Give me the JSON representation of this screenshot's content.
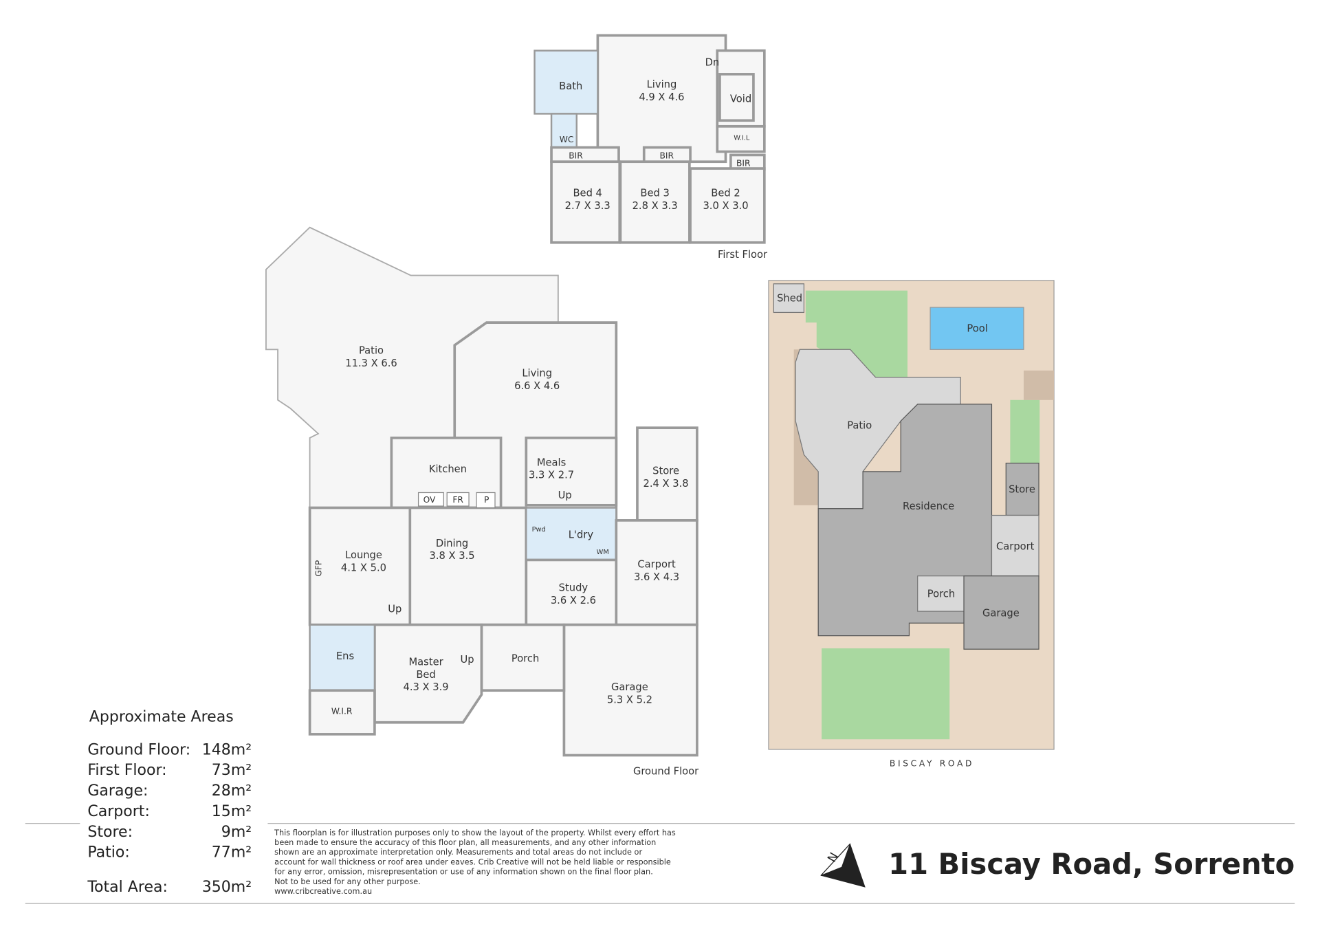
{
  "first_floor": {
    "caption": "First Floor",
    "rooms": {
      "living": {
        "name": "Living",
        "dim": "4.9 X 4.6"
      },
      "bath": {
        "name": "Bath"
      },
      "wc": {
        "name": "WC"
      },
      "dn": {
        "name": "Dn"
      },
      "void": {
        "name": "Void"
      },
      "wil": {
        "name": "W.I.L"
      },
      "bir1": {
        "name": "BIR"
      },
      "bir2": {
        "name": "BIR"
      },
      "bir3": {
        "name": "BIR"
      },
      "bed4": {
        "name": "Bed 4",
        "dim": "2.7 X 3.3"
      },
      "bed3": {
        "name": "Bed 3",
        "dim": "2.8 X 3.3"
      },
      "bed2": {
        "name": "Bed 2",
        "dim": "3.0 X 3.0"
      }
    }
  },
  "ground_floor": {
    "caption": "Ground Floor",
    "rooms": {
      "patio": {
        "name": "Patio",
        "dim": "11.3 X 6.6"
      },
      "living": {
        "name": "Living",
        "dim": "6.6 X 4.6"
      },
      "kitchen": {
        "name": "Kitchen"
      },
      "ov": {
        "name": "OV"
      },
      "fr": {
        "name": "FR"
      },
      "p": {
        "name": "P"
      },
      "meals": {
        "name": "Meals",
        "dim": "3.3 X 2.7"
      },
      "up1": {
        "name": "Up"
      },
      "store": {
        "name": "Store",
        "dim": "2.4 X 3.8"
      },
      "pwd": {
        "name": "Pwd"
      },
      "ldry": {
        "name": "L'dry"
      },
      "wm": {
        "name": "WM"
      },
      "lounge": {
        "name": "Lounge",
        "dim": "4.1 X 5.0"
      },
      "gfp": {
        "name": "GFP"
      },
      "dining": {
        "name": "Dining",
        "dim": "3.8 X 3.5"
      },
      "up2": {
        "name": "Up"
      },
      "carport": {
        "name": "Carport",
        "dim": "3.6 X 4.3"
      },
      "study": {
        "name": "Study",
        "dim": "3.6 X 2.6"
      },
      "ens": {
        "name": "Ens"
      },
      "master": {
        "name": "Master",
        "name2": "Bed",
        "dim": "4.3 X 3.9"
      },
      "up3": {
        "name": "Up"
      },
      "porch": {
        "name": "Porch"
      },
      "garage": {
        "name": "Garage",
        "dim": "5.3 X 5.2"
      },
      "wir": {
        "name": "W.I.R"
      }
    }
  },
  "site_plan": {
    "street": "BISCAY ROAD",
    "labels": {
      "shed": "Shed",
      "pool": "Pool",
      "patio": "Patio",
      "residence": "Residence",
      "store": "Store",
      "carport": "Carport",
      "porch": "Porch",
      "garage": "Garage"
    },
    "colors": {
      "ground": "#ead9c6",
      "lawn": "#a9d8a0",
      "pool": "#72c6f2",
      "patio": "#d9d9d9",
      "residence": "#b0b0b0"
    }
  },
  "areas": {
    "heading": "Approximate Areas",
    "rows": [
      {
        "label": "Ground Floor:",
        "value": "148m²"
      },
      {
        "label": "First Floor:",
        "value": "73m²"
      },
      {
        "label": "Garage:",
        "value": "28m²"
      },
      {
        "label": "Carport:",
        "value": "15m²"
      },
      {
        "label": "Store:",
        "value": "9m²"
      },
      {
        "label": "Patio:",
        "value": "77m²"
      }
    ],
    "total_label": "Total Area:",
    "total_value": "350m²"
  },
  "disclaimer": [
    "This floorplan is for illustration purposes only to show the layout of the property. Whilst every effort has",
    "been made to ensure the accuracy of this floor plan, all measurements, and any other information",
    "shown are an approximate interpretation only. Measurements and total areas do not include or",
    "account for wall thickness or roof area under eaves. Crib Creative will not be held liable or responsible",
    "for any error, omission, misrepresentation or use of any information shown on the final floor plan.",
    "Not to be used for any other purpose.",
    "www.cribcreative.com.au"
  ],
  "title": "11 Biscay Road, Sorrento",
  "icons": {
    "north": "north-arrow-icon"
  }
}
